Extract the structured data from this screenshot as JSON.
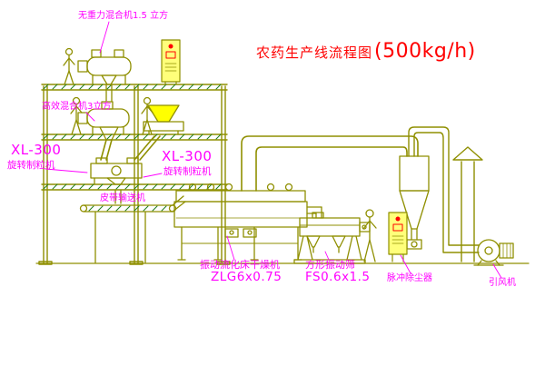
{
  "title": {
    "name": "农药生产线流程图",
    "capacity": "(500kg/h)"
  },
  "equipment_labels": {
    "gravity_mixer": "无重力混合机1.5 立方",
    "high_efficiency_mixer": "高效混合机3立方",
    "granulator_left_model": "XL-300",
    "granulator_left_name": "旋转制粒机",
    "granulator_mid_model": "XL-300",
    "granulator_mid_name": "旋转制粒机",
    "belt_conveyor": "皮带输送机",
    "fluid_bed_dryer_name": "振动流化床干燥机",
    "fluid_bed_dryer_model": "ZLG6x0.75",
    "vibrating_screen_name": "方形振动筛",
    "vibrating_screen_model": "FS0.6x1.5",
    "pulse_dust_collector": "脉冲除尘器",
    "induced_draft_fan": "引风机"
  },
  "colors": {
    "line_olive": "#8f8f00",
    "hatch_green": "#1e7d1e",
    "label_magenta": "#ff00ff",
    "title_red": "#ff0000",
    "panel_yellow": "#ffff7a",
    "button_red": "#ff0000",
    "hopper_yellow": "#ffff00"
  }
}
